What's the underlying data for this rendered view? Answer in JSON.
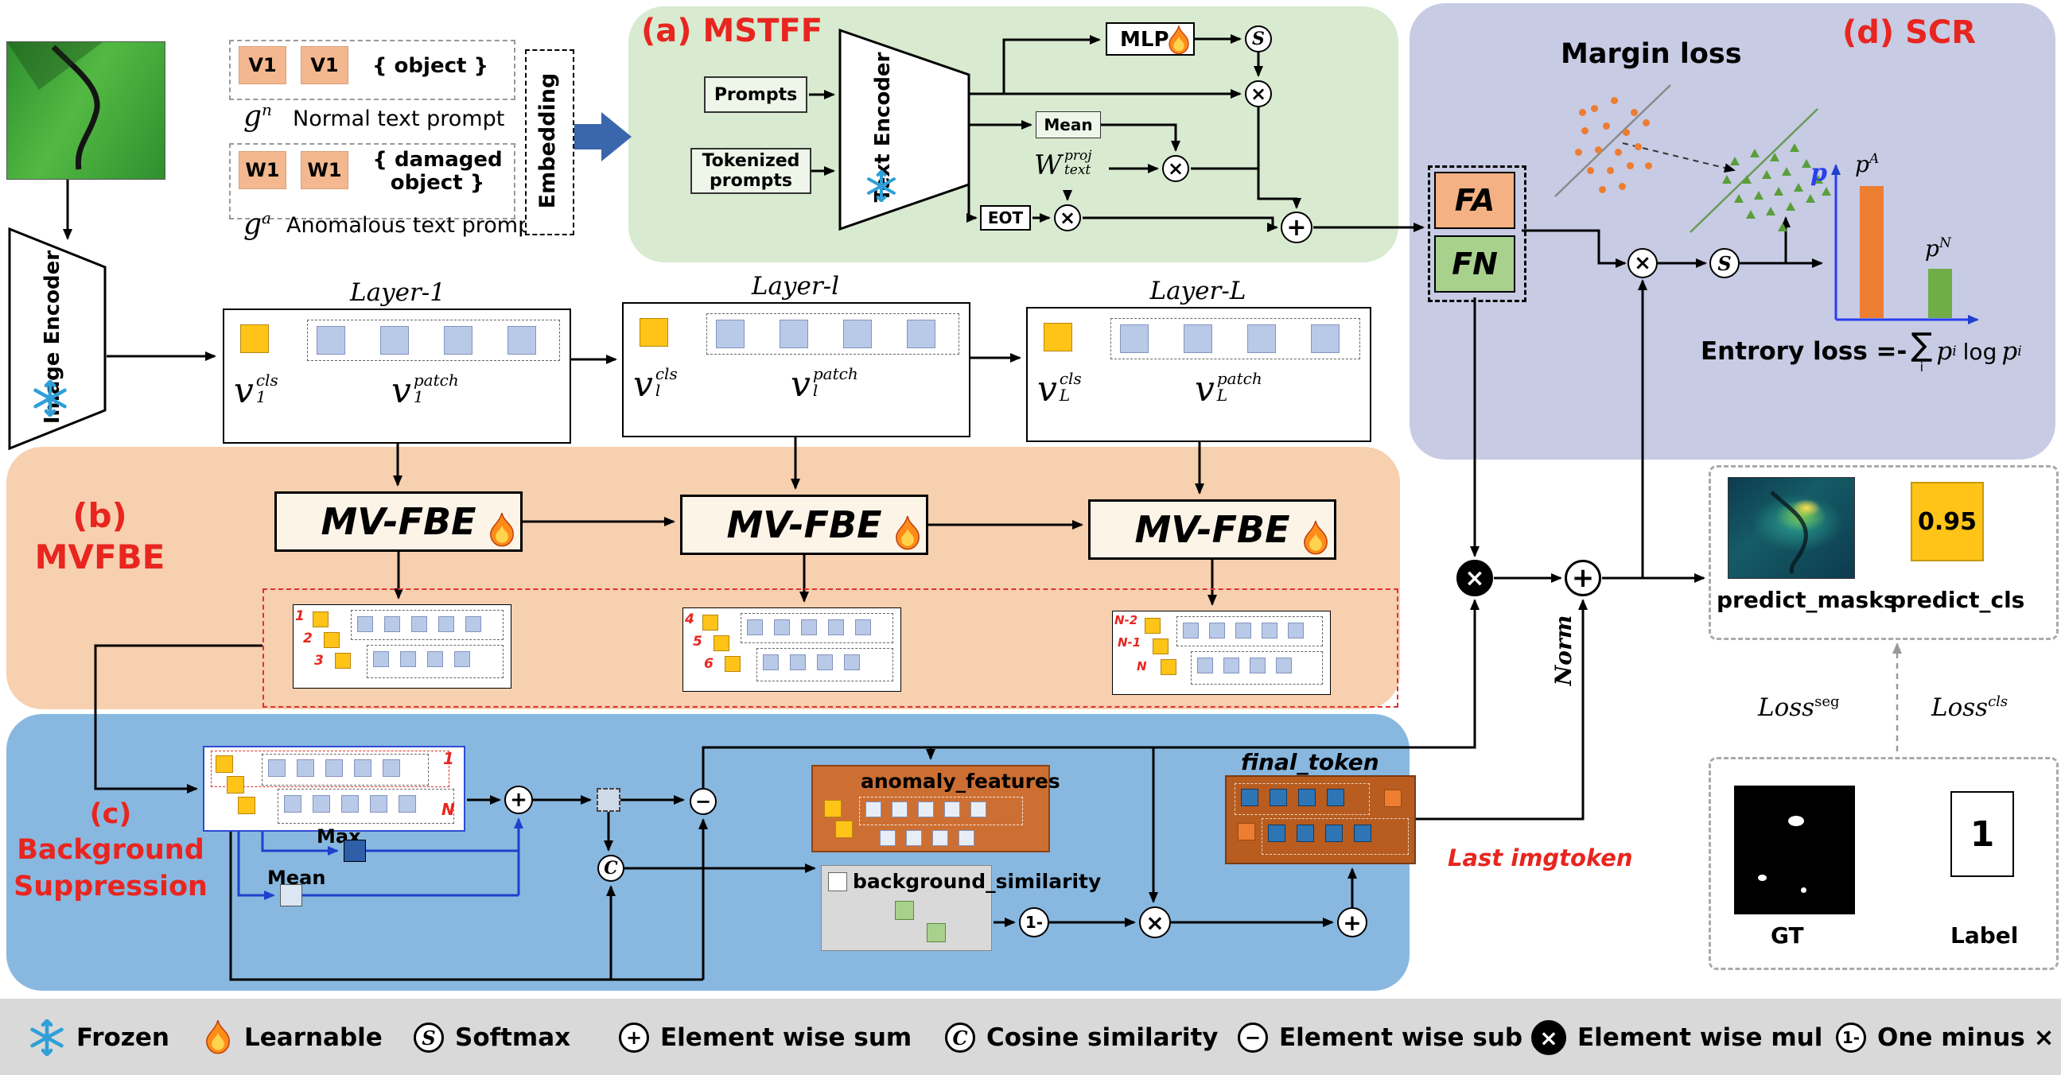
{
  "ops": {
    "softmax": "S",
    "sum": "+",
    "sub": "−",
    "mul": "×",
    "cos": "C",
    "one_minus": "1-"
  },
  "prompts": {
    "v1": "V1",
    "object_text": "{ object }",
    "g": "g",
    "n": "n",
    "a": "a",
    "normal": "Normal text prompt",
    "w1": "W1",
    "damaged_text": "{ damaged object }",
    "anomalous": "Anomalous text prompt",
    "embedding": "Embedding"
  },
  "encoders": {
    "image": "Image Encoder",
    "text": "Text Encoder"
  },
  "mstff": {
    "title": "(a) MSTFF",
    "prompts": "Prompts",
    "tokenized": "Tokenized prompts",
    "mlp": "MLP",
    "mean": "Mean",
    "eot": "EOT",
    "w": "W",
    "w_sup": "proj",
    "w_sub": "text"
  },
  "layers": {
    "v": "v",
    "cls_sup": "cls",
    "patch_sup": "patch",
    "items": [
      {
        "title": "Layer-1",
        "sub": "1"
      },
      {
        "title": "Layer-l",
        "sub": "l"
      },
      {
        "title": "Layer-L",
        "sub": "L"
      }
    ]
  },
  "mvfbe": {
    "tag": "(b)",
    "name": "MVFBE",
    "block": "MV-FBE",
    "clusters": [
      {
        "labels": [
          "1",
          "2",
          "3"
        ]
      },
      {
        "labels": [
          "4",
          "5",
          "6"
        ]
      },
      {
        "labels": [
          "N-2",
          "N-1",
          "N"
        ]
      }
    ]
  },
  "bgsup": {
    "tag": "(c)",
    "line1": "Background",
    "line2": "Suppression",
    "max": "Max",
    "mean": "Mean",
    "first": "1",
    "last": "N",
    "anomaly_features": "anomaly_features",
    "background_similarity": "background_similarity",
    "final_token": "final_token",
    "norm": "Norm",
    "last_imgtoken": "Last imgtoken"
  },
  "scr": {
    "title": "(d) SCR",
    "margin_loss": "Margin loss",
    "fa": "FA",
    "fn": "FN",
    "entropy_prefix": "Entrory loss =-",
    "sigma": "∑",
    "sigma_sub": "i",
    "p": "p",
    "p_sub": "i",
    "log": "log",
    "axis_p": "p",
    "pa": "p",
    "pa_sub": "A",
    "pn": "p",
    "pn_sub": "N"
  },
  "outputs": {
    "predict_masks": "predict_masks",
    "predict_cls": "predict_cls",
    "score": "0.95",
    "loss": "Loss",
    "seg_sup": "seg",
    "cls_sup": "cls",
    "gt": "GT",
    "label": "Label",
    "label_value": "1"
  },
  "legend": {
    "frozen": "Frozen",
    "learnable": "Learnable",
    "softmax": "Softmax",
    "sum": "Element wise sum",
    "cos": "Cosine similarity",
    "sub": "Element wise sub",
    "mul": "Element wise mul",
    "one_minus": "One minus ×"
  },
  "scatter": {
    "orange": [
      [
        60,
        40
      ],
      [
        85,
        30
      ],
      [
        110,
        45
      ],
      [
        48,
        68
      ],
      [
        75,
        62
      ],
      [
        100,
        70
      ],
      [
        125,
        58
      ],
      [
        40,
        95
      ],
      [
        65,
        92
      ],
      [
        90,
        95
      ],
      [
        115,
        88
      ],
      [
        55,
        118
      ],
      [
        80,
        118
      ],
      [
        105,
        112
      ],
      [
        70,
        142
      ],
      [
        95,
        138
      ],
      [
        128,
        112
      ],
      [
        45,
        45
      ]
    ],
    "green": [
      [
        235,
        105
      ],
      [
        260,
        95
      ],
      [
        285,
        100
      ],
      [
        310,
        88
      ],
      [
        250,
        128
      ],
      [
        275,
        122
      ],
      [
        300,
        118
      ],
      [
        325,
        108
      ],
      [
        240,
        152
      ],
      [
        265,
        148
      ],
      [
        290,
        143
      ],
      [
        315,
        138
      ],
      [
        340,
        128
      ],
      [
        255,
        172
      ],
      [
        280,
        168
      ],
      [
        305,
        162
      ],
      [
        330,
        152
      ],
      [
        295,
        188
      ],
      [
        350,
        143
      ],
      [
        225,
        128
      ]
    ]
  }
}
